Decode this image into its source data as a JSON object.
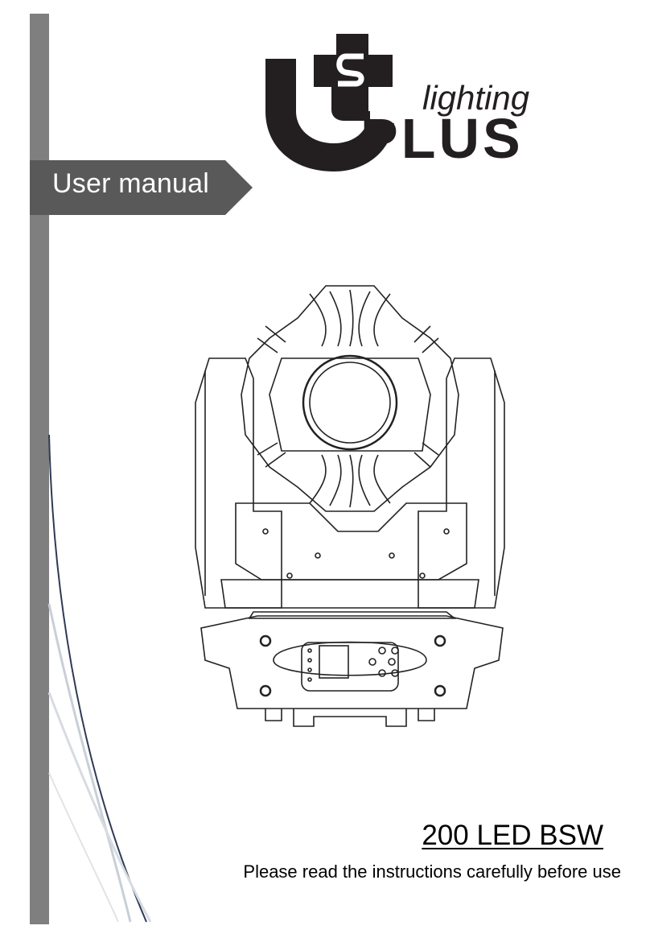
{
  "brand": {
    "logo_lighting": "lighting",
    "logo_plus": "PLUS",
    "logo_monogram": "S"
  },
  "banner": {
    "label": "User manual"
  },
  "product": {
    "title": "200 LED BSW",
    "subtitle": "Please read the instructions carefully before use"
  },
  "colors": {
    "sidebar": "#7f7f7f",
    "banner": "#595959",
    "logo": "#231f20",
    "curve_dark": "#2e3a55",
    "curve_light": "#c9cfd8"
  },
  "illustration": {
    "subject": "moving-head-light-icon"
  }
}
